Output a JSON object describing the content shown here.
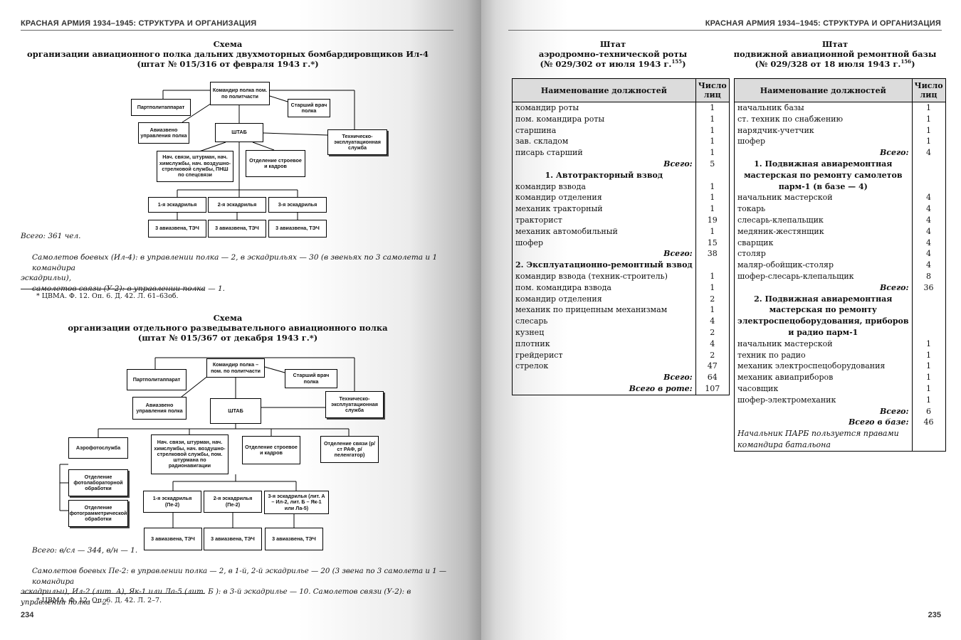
{
  "running_head": "КРАСНАЯ АРМИЯ 1934–1945: СТРУКТУРА И ОРГАНИЗАЦИЯ",
  "left_page": {
    "page_number": "234",
    "scheme1": {
      "title": [
        "Схема",
        "организации авиационного полка дальних двухмоторных бомбардировщиков Ил-4",
        "(штат № 015/316 от февраля 1943 г.*)"
      ],
      "boxes": {
        "commander": "Командир полка пом. по политчасти",
        "partpolit": "Партполитаппарат",
        "doctor": "Старший врач полка",
        "avio": "Авиазвено управления полка",
        "shtab": "ШТАБ",
        "tech": "Техническо-эксплуатационная служба",
        "comms": "Нач. связи, штурман, нач. химслужбы, нач. воздушно-стрелковой службы, ПНШ по спецсвязи",
        "otd": "Отделение строевое и кадров",
        "sq1": "1-я эскадрилья",
        "sq2": "2-я эскадрилья",
        "sq3": "3-я эскадрилья",
        "az1": "3 авиазвена, ТЭЧ",
        "az2": "3 авиазвена, ТЭЧ",
        "az3": "3 авиазвена, ТЭЧ"
      },
      "total": "Всего: 361 чел.",
      "note": [
        "Самолетов боевых (Ил-4): в управлении полка — 2, в эскадрильях — 30 (в звеньях по 3 самолета и 1 командира",
        "эскадрильи),",
        "самолетов связи (У-2): в управлении полка — 1."
      ],
      "footnote": "* ЦВМА. Ф. 12. Оп. 6. Д. 42. Л. 61–63об."
    },
    "scheme2": {
      "title": [
        "Схема",
        "организации отдельного разведывательного авиационного полка",
        "(штат № 015/367 от декабря 1943 г.*)"
      ],
      "boxes": {
        "commander": "Командир полка – пом. по политчасти",
        "partpolit": "Партполитаппарат",
        "doctor": "Старший врач полка",
        "avio": "Авиазвено управления полка",
        "shtab": "ШТАБ",
        "tech": "Техническо-эксплуатационная служба",
        "aerofoto": "Аэрофотослужба",
        "comms": "Нач. связи, штурман, нач. химслужбы, нач. воздушно-стрелковой службы, пом. штурмана по радионавигации",
        "otd": "Отделение строевое и кадров",
        "svyaz": "Отделение связи (р/ст РАФ, р/пеленгатор)",
        "foto_lab": "Отделение фотолабораторной обработки",
        "foto_gram": "Отделение фотограмметрической обработки",
        "sq1": "1-я эскадрилья (Пе-2)",
        "sq2": "2-я эскадрилья (Пе-2)",
        "sq3": "3-я эскадрилья (лит. А – Ил-2, лит. Б – Як-1 или Ла-5)",
        "az1": "3 авиазвена, ТЭЧ",
        "az2": "3 авиазвена, ТЭЧ",
        "az3": "3 авиазвена, ТЭЧ"
      },
      "total": "Всего: в/сл — 344, в/н — 1.",
      "note": [
        "Самолетов боевых Пе-2: в управлении полка — 2, в 1-й, 2-й эскадрилье — 20 (3 звена по 3 самолета и 1 — командира",
        "эскадрильи), Ил-2 (лит. А), Як-1 или Ла-5 (лит. Б ): в 3-й эскадрилье — 10. Самолетов связи (У-2): в управлении полка — 2."
      ],
      "footnote": "* ЦВМА. Ф. 12. Оп. 6. Д. 42. Л. 2–7."
    }
  },
  "right_page": {
    "page_number": "235",
    "table1": {
      "title": [
        "Штат",
        "аэродромно-технической роты",
        "(№ 029/302 от июля 1943 г."
      ],
      "title_sup": "155",
      "title_end": ")",
      "headers": [
        "Наименование должностей",
        "Число лиц"
      ],
      "rows": [
        [
          "п",
          "командир роты",
          "1"
        ],
        [
          "п",
          "пом. командира роты",
          "1"
        ],
        [
          "п",
          "старшина",
          "1"
        ],
        [
          "п",
          "зав. складом",
          "1"
        ],
        [
          "п",
          "писарь старший",
          "1"
        ],
        [
          "в",
          "Всего:",
          "5"
        ],
        [
          "с",
          "1. Автотракторный взвод",
          ""
        ],
        [
          "п",
          "командир взвода",
          "1"
        ],
        [
          "п",
          "командир отделения",
          "1"
        ],
        [
          "п",
          "механик тракторный",
          "1"
        ],
        [
          "п",
          "тракторист",
          "19"
        ],
        [
          "п",
          "механик автомобильный",
          "1"
        ],
        [
          "п",
          "шофер",
          "15"
        ],
        [
          "в",
          "Всего:",
          "38"
        ],
        [
          "с",
          "2. Эксплуатационно-ремонтный взвод",
          ""
        ],
        [
          "п",
          "командир взвода (техник-строитель)",
          "1"
        ],
        [
          "п",
          "пом. командира взвода",
          "1"
        ],
        [
          "п",
          "командир отделения",
          "2"
        ],
        [
          "п",
          "механик по прицепным механизмам",
          "1"
        ],
        [
          "п",
          "слесарь",
          "4"
        ],
        [
          "п",
          "кузнец",
          "2"
        ],
        [
          "п",
          "плотник",
          "4"
        ],
        [
          "п",
          "грейдерист",
          "2"
        ],
        [
          "п",
          "стрелок",
          "47"
        ],
        [
          "в",
          "Всего:",
          "64"
        ],
        [
          "в",
          "Всего в роте:",
          "107"
        ]
      ]
    },
    "table2": {
      "title": [
        "Штат",
        "подвижной авиационной ремонтной базы",
        "(№ 029/328 от 18 июля 1943 г."
      ],
      "title_sup": "156",
      "title_end": ")",
      "headers": [
        "Наименование должностей",
        "Число лиц"
      ],
      "rows": [
        [
          "п",
          "начальник базы",
          "1"
        ],
        [
          "п",
          "ст. техник по снабжению",
          "1"
        ],
        [
          "п",
          "нарядчик-учетчик",
          "1"
        ],
        [
          "п",
          "шофер",
          "1"
        ],
        [
          "в",
          "Всего:",
          "4"
        ],
        [
          "с",
          "1. Подвижная авиаремонтная",
          ""
        ],
        [
          "с",
          "мастерская по ремонту самолетов",
          ""
        ],
        [
          "с",
          "парм-1 (в базе — 4)",
          ""
        ],
        [
          "п",
          "начальник мастерской",
          "4"
        ],
        [
          "п",
          "токарь",
          "4"
        ],
        [
          "п",
          "слесарь-клепальщик",
          "4"
        ],
        [
          "п",
          "медяник-жестянщик",
          "4"
        ],
        [
          "п",
          "сварщик",
          "4"
        ],
        [
          "п",
          "столяр",
          "4"
        ],
        [
          "п",
          "маляр-обойщик-столяр",
          "4"
        ],
        [
          "п",
          "шофер-слесарь-клепальщик",
          "8"
        ],
        [
          "в",
          "Всего:",
          "36"
        ],
        [
          "с",
          "2. Подвижная авиаремонтная",
          ""
        ],
        [
          "с",
          "мастерская по ремонту",
          ""
        ],
        [
          "с",
          "электроспецоборудования, приборов",
          ""
        ],
        [
          "с",
          "и радио парм-1",
          ""
        ],
        [
          "п",
          "начальник мастерской",
          "1"
        ],
        [
          "п",
          "техник по радио",
          "1"
        ],
        [
          "п",
          "механик электроспецоборудования",
          "1"
        ],
        [
          "п",
          "механик авиаприборов",
          "1"
        ],
        [
          "п",
          "часовщик",
          "1"
        ],
        [
          "п",
          "шофер-электромеханик",
          "1"
        ],
        [
          "в",
          "Всего:",
          "6"
        ],
        [
          "в",
          "Всего в базе:",
          "46"
        ],
        [
          "и",
          "Начальник ПАРБ пользуется правами",
          ""
        ],
        [
          "и",
          "командира батальона",
          ""
        ]
      ]
    }
  }
}
